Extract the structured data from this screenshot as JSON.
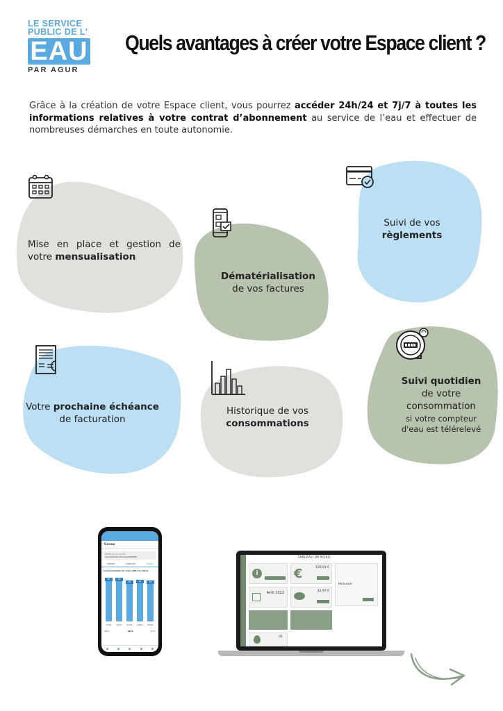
{
  "logo": {
    "line1": "LE SERVICE",
    "line2": "PUBLIC DE L'",
    "main": "EAU",
    "sub": "PAR AGUR"
  },
  "title": "Quels avantages à créer votre Espace client ?",
  "intro": {
    "part1": "Grâce à la création de votre Espace client, vous pourrez ",
    "bold": "accéder 24h/24 et 7j/7 à toutes les informations relatives à votre contrat d’abonnement",
    "part2": " au service de l’eau et effectuer de nombreuses démarches en toute autonomie."
  },
  "features": {
    "mensualisation": {
      "text": "Mise en place et gestion de votre ",
      "bold": "mensualisation",
      "icon": "calendar-icon"
    },
    "dematerialisation": {
      "bold": "Dématérialisation",
      "text": "de vos factures",
      "icon": "phone-check-icon"
    },
    "reglements": {
      "text": "Suivi de vos",
      "bold": "règlements",
      "icon": "card-check-icon"
    },
    "echeance": {
      "text": "Votre ",
      "bold": "prochaine échéance",
      "text2": "de facturation",
      "icon": "invoice-euro-icon"
    },
    "historique": {
      "text": "Historique de vos",
      "bold": "consommations",
      "icon": "bar-chart-icon"
    },
    "quotidien": {
      "bold": "Suivi quotidien",
      "text1": "de votre",
      "text2": "consommation",
      "small1": "si votre compteur",
      "small2": "d'eau est télérelevé",
      "icon": "smart-meter-icon"
    }
  },
  "phone": {
    "header": "Conso",
    "field_label": "Référence du contrat",
    "field_value": "AAAAAAAAAAAAAAAA/WWWE",
    "tabs": [
      "ANNUEL",
      "MENSUEL",
      "JOURS"
    ],
    "subtitle": "Consommation de mars 2021 en litres",
    "bars": [
      950,
      950,
      900,
      910,
      890
    ],
    "bar_labels": [
      "95",
      "95",
      "90",
      "91",
      "89"
    ],
    "days": [
      "01/03",
      "02/03",
      "03/03",
      "04/03",
      "05/03"
    ],
    "year": "2021",
    "prev": "PREC.",
    "next": "SUIV."
  },
  "laptop": {
    "screen_title": "TABLEAU DE BORD",
    "amount1": "120,01 €",
    "date": "Avril 2022",
    "amount2": "42,97 €",
    "greeting": "Hola vous",
    "num": "01"
  },
  "colors": {
    "grey_blob": "#dfe2dc",
    "green_blob": "#b8c3ad",
    "blue_blob": "#bcdff4",
    "accent": "#5aa9e0",
    "sage": "#8aa087"
  }
}
